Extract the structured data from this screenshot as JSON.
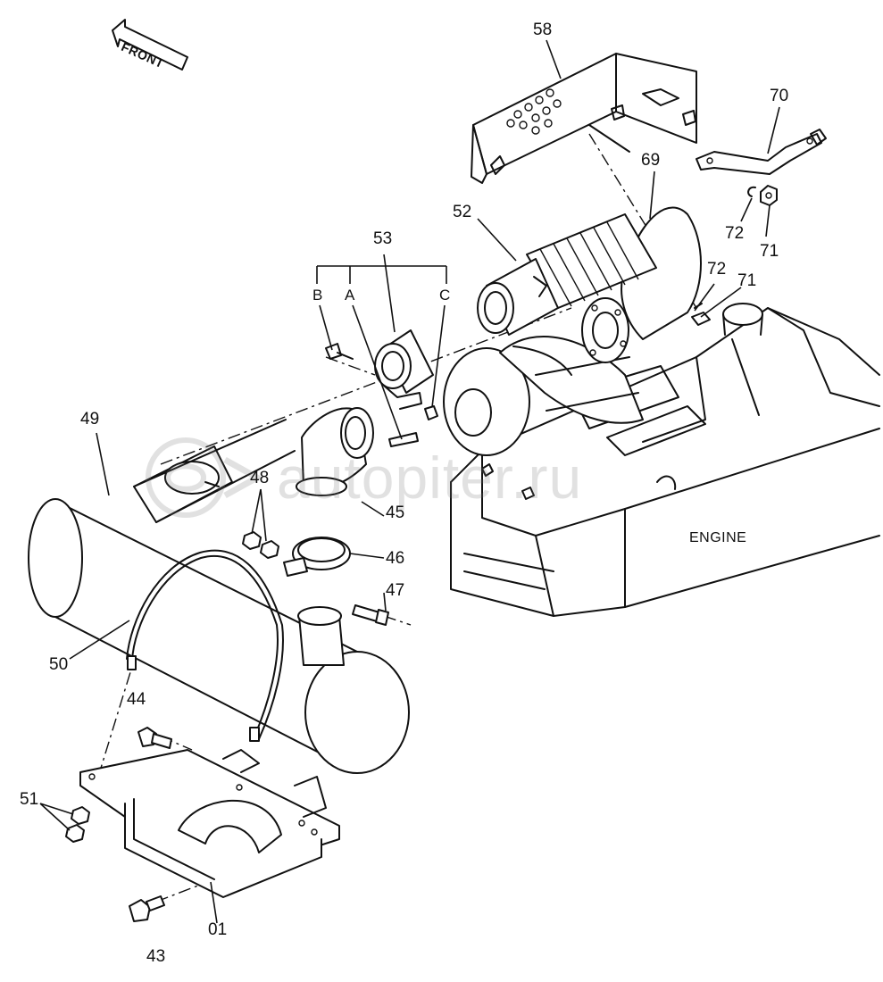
{
  "direction_marker": {
    "label": "FRONT"
  },
  "engine_label": "ENGINE",
  "watermark": {
    "text": "autopiter.ru",
    "color": "#9a9a9a"
  },
  "callouts": {
    "c58": "58",
    "c70": "70",
    "c69": "69",
    "c52": "52",
    "c53": "53",
    "cB": "B",
    "cA": "A",
    "cC": "C",
    "c72a": "72",
    "c71a": "71",
    "c72b": "72",
    "c71b": "71",
    "c49": "49",
    "c48": "48",
    "c45": "45",
    "c46": "46",
    "c47": "47",
    "c50": "50",
    "c44": "44",
    "c51": "51",
    "c43": "43",
    "c01": "01"
  },
  "colors": {
    "ink": "#111111",
    "paper": "#ffffff"
  }
}
